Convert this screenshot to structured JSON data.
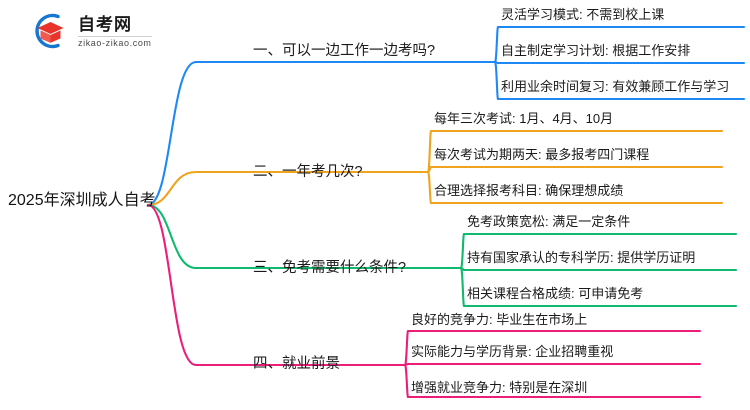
{
  "logo": {
    "icon": "graduation-cap-icon",
    "name_cn": "自考网",
    "name_en": "zikao-zikao.com",
    "arc_color": "#1677d2",
    "cap_color": "#e8342a"
  },
  "mindmap": {
    "root": {
      "label": "2025年深圳成人自考"
    },
    "branches": [
      {
        "label": "一、可以一边工作一边考吗?",
        "color": "#1e88f5",
        "children": [
          {
            "label": "灵活学习模式: 不需到校上课"
          },
          {
            "label": "自主制定学习计划: 根据工作安排"
          },
          {
            "label": "利用业余时间复习: 有效兼顾工作与学习"
          }
        ]
      },
      {
        "label": "二、一年考几次?",
        "color": "#f0a41e",
        "children": [
          {
            "label": "每年三次考试: 1月、4月、10月"
          },
          {
            "label": "每次考试为期两天: 最多报考四门课程"
          },
          {
            "label": "合理选择报考科目: 确保理想成绩"
          }
        ]
      },
      {
        "label": "三、免考需要什么条件?",
        "color": "#0fb96d",
        "children": [
          {
            "label": "免考政策宽松: 满足一定条件"
          },
          {
            "label": "持有国家承认的专科学历: 提供学历证明"
          },
          {
            "label": "相关课程合格成绩: 可申请免考"
          }
        ]
      },
      {
        "label": "四、就业前景",
        "color": "#ec1e79",
        "children": [
          {
            "label": "良好的竞争力: 毕业生在市场上"
          },
          {
            "label": "实际能力与学历背景: 企业招聘重视"
          },
          {
            "label": "增强就业竞争力: 特别是在深圳"
          }
        ]
      }
    ]
  }
}
